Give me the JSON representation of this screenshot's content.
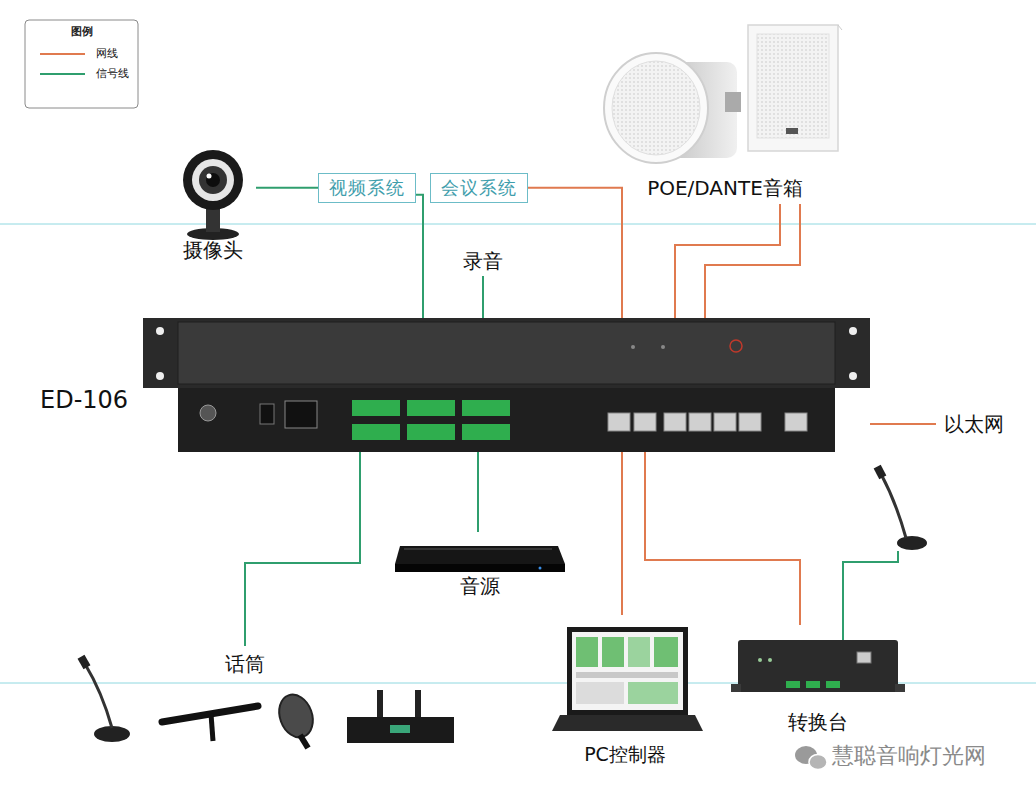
{
  "diagram": {
    "nodes": [
      {
        "text": [
          "视频系统"
        ]
      },
      {
        "text": [
          "会议系统"
        ]
      },
      {
        "text": [
          "摄像头"
        ]
      },
      {
        "text": [
          "POE/DANTE音箱"
        ]
      },
      {
        "text": [
          "录音"
        ]
      },
      {
        "text": [
          "ED-106"
        ]
      },
      {
        "text": [
          "以太网"
        ]
      },
      {
        "text": [
          "音源"
        ]
      },
      {
        "text": [
          "话筒"
        ]
      },
      {
        "text": [
          "PC控制器"
        ]
      },
      {
        "text": [
          "转换台"
        ]
      }
    ],
    "edges": [
      {
        "from": 2,
        "to": 0,
        "arrow": "none"
      },
      {
        "from": 0,
        "to": 5,
        "arrow": "none"
      },
      {
        "from": 1,
        "to": 5,
        "arrow": "none"
      },
      {
        "from": 4,
        "to": 5,
        "arrow": "none"
      },
      {
        "from": 3,
        "to": 5,
        "arrow": "none"
      },
      {
        "from": 3,
        "to": 5,
        "arrow": "none"
      },
      {
        "from": 5,
        "to": 6,
        "arrow": "none"
      },
      {
        "from": 5,
        "to": 7,
        "arrow": "none"
      },
      {
        "from": 5,
        "to": 8,
        "arrow": "none"
      },
      {
        "from": 5,
        "to": 9,
        "arrow": "none"
      },
      {
        "from": 5,
        "to": 10,
        "arrow": "none"
      }
    ],
    "labels": [
      "图例",
      "慧聪音响灯光网"
    ],
    "legend": [
      {
        "text": "网线"
      },
      {
        "text": "信号线"
      }
    ]
  }
}
